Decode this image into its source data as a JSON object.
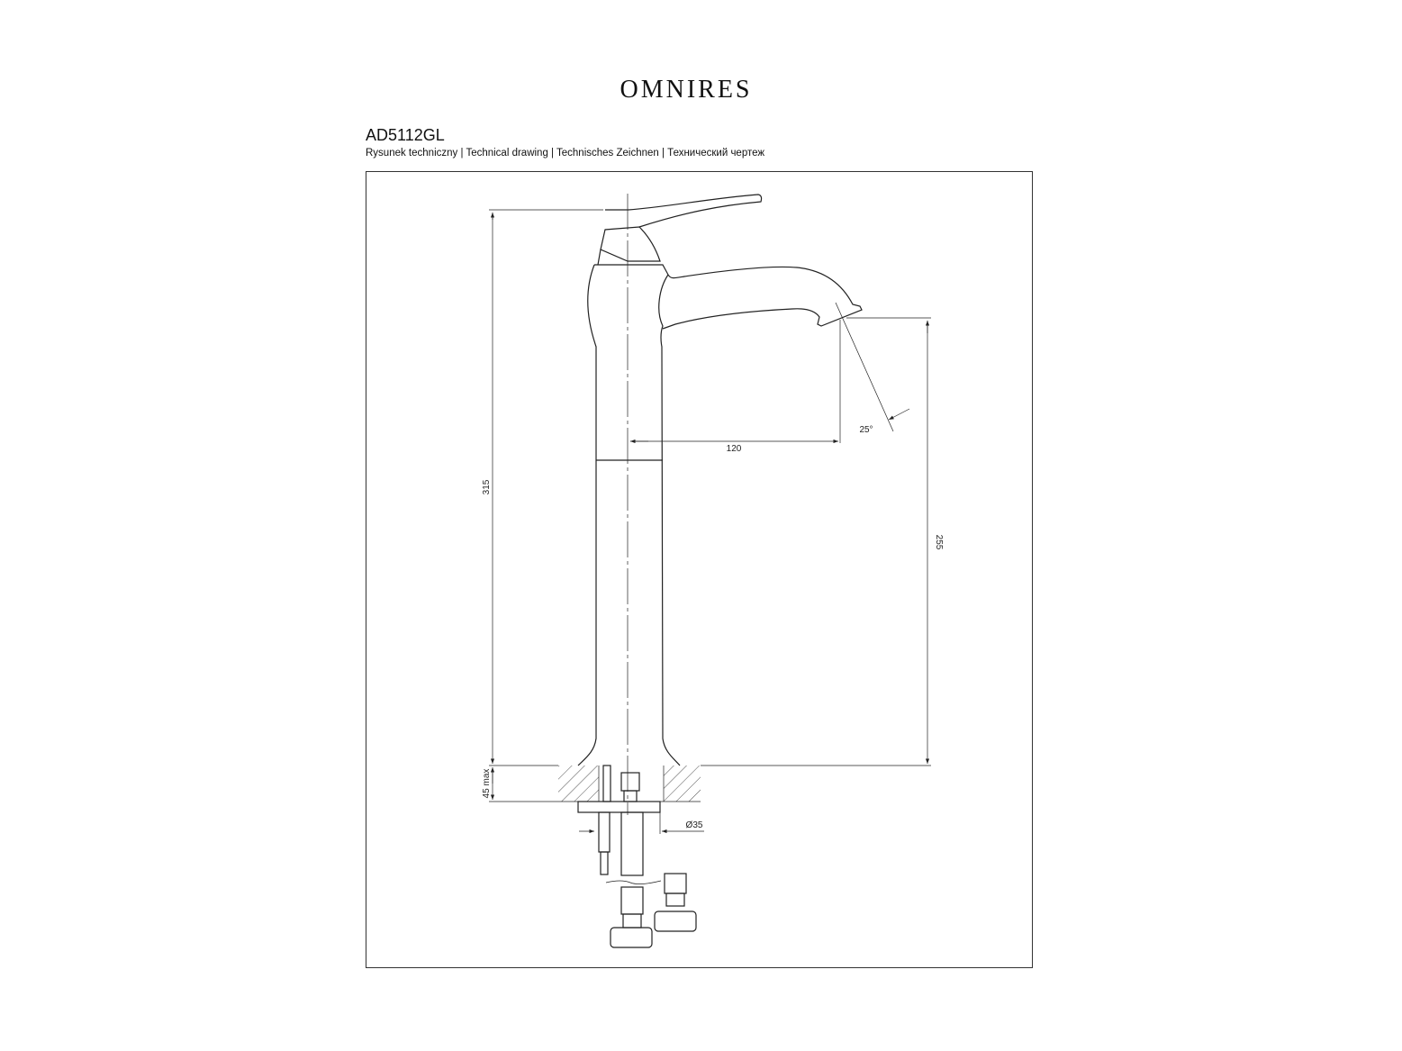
{
  "brand": "OMNIRES",
  "model": "AD5112GL",
  "subtitle": "Rysunek techniczny | Technical drawing | Technisches Zeichnen | Технический чертеж",
  "dimensions": {
    "total_height": "315",
    "spout_reach": "120",
    "spout_height": "255",
    "angle": "25°",
    "countertop_thickness": "45 max",
    "hole_diameter": "Ø35"
  }
}
